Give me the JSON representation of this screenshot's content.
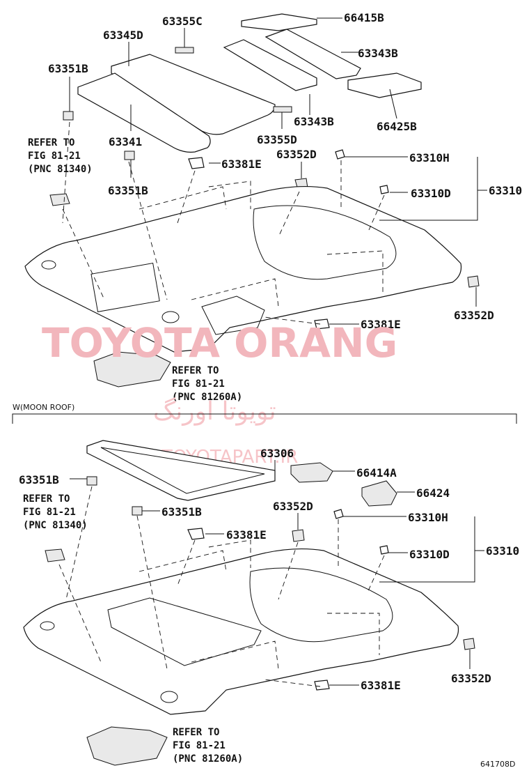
{
  "labels": {
    "p63345D": "63345D",
    "p63355C": "63355C",
    "p66415B": "66415B",
    "p63343B_a": "63343B",
    "p63343B_b": "63343B",
    "p66425B": "66425B",
    "p63351B_a": "63351B",
    "p63341": "63341",
    "p63355D": "63355D",
    "p63351B_b": "63351B",
    "p63381E_a": "63381E",
    "p63352D_a": "63352D",
    "p63310H_a": "63310H",
    "p63310D_a": "63310D",
    "p63310_a": "63310",
    "p63352D_b": "63352D",
    "p63381E_b": "63381E",
    "p63306": "63306",
    "p66414A": "66414A",
    "p66424": "66424",
    "p63351B_c": "63351B",
    "p63351B_d": "63351B",
    "p63352D_c": "63352D",
    "p63310H_b": "63310H",
    "p63381E_c": "63381E",
    "p63310D_b": "63310D",
    "p63310_b": "63310",
    "p63352D_d": "63352D",
    "p63381E_d": "63381E"
  },
  "refs": {
    "r1": [
      "REFER TO",
      "FIG 81-21",
      "(PNC 81340)"
    ],
    "r2": [
      "REFER TO",
      "FIG 81-21",
      "(PNC 81260A)"
    ],
    "r3": [
      "REFER TO",
      "FIG 81-21",
      "(PNC 81340)"
    ],
    "r4": [
      "REFER TO",
      "FIG 81-21",
      "(PNC 81260A)"
    ]
  },
  "section_label": "W(MOON ROOF)",
  "figure_code": "641708D",
  "watermark": {
    "main": "TOYOTA ORANG",
    "persian": "تویوتا اورنگ",
    "site": "TOYOTAPART.IR"
  },
  "colors": {
    "ink": "#111111",
    "watermark": "#f2b6bc"
  }
}
